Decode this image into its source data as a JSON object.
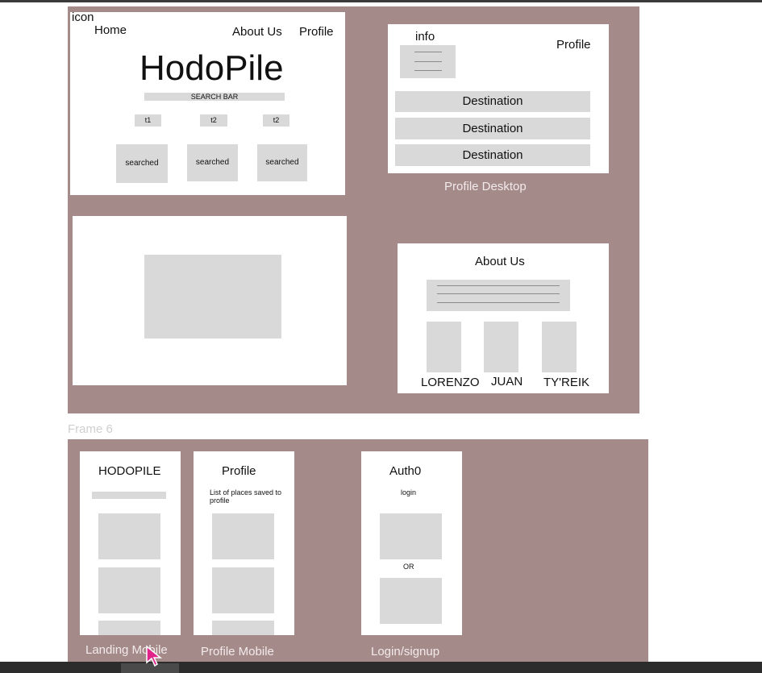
{
  "landing_desktop": {
    "icon_label": "icon",
    "nav_home": "Home",
    "nav_about": "About Us",
    "nav_profile": "Profile",
    "title": "HodoPile",
    "search_placeholder": "SEARCH BAR",
    "tags": [
      "t1",
      "t2",
      "t2"
    ],
    "results": [
      "searched",
      "searched",
      "searched"
    ]
  },
  "profile_desktop": {
    "info_label": "info",
    "profile_label": "Profile",
    "destinations": [
      "Destination",
      "Destination",
      "Destination"
    ],
    "caption": "Profile Desktop"
  },
  "about_us": {
    "title": "About Us",
    "members": [
      "LORENZO",
      "JUAN",
      "TY'REIK"
    ]
  },
  "frame_label": "Frame 6",
  "landing_mobile": {
    "title": "HODOPILE",
    "caption": "Landing Mobile"
  },
  "profile_mobile": {
    "title": "Profile",
    "description": "List of places saved to profile",
    "caption": "Profile Mobile"
  },
  "auth_mobile": {
    "title": "Auth0",
    "login_label": "login",
    "or_label": "OR",
    "caption": "Login/signup"
  },
  "colors": {
    "frame_bg": "#a58a8a",
    "placeholder_gray": "#d9d9d9"
  }
}
